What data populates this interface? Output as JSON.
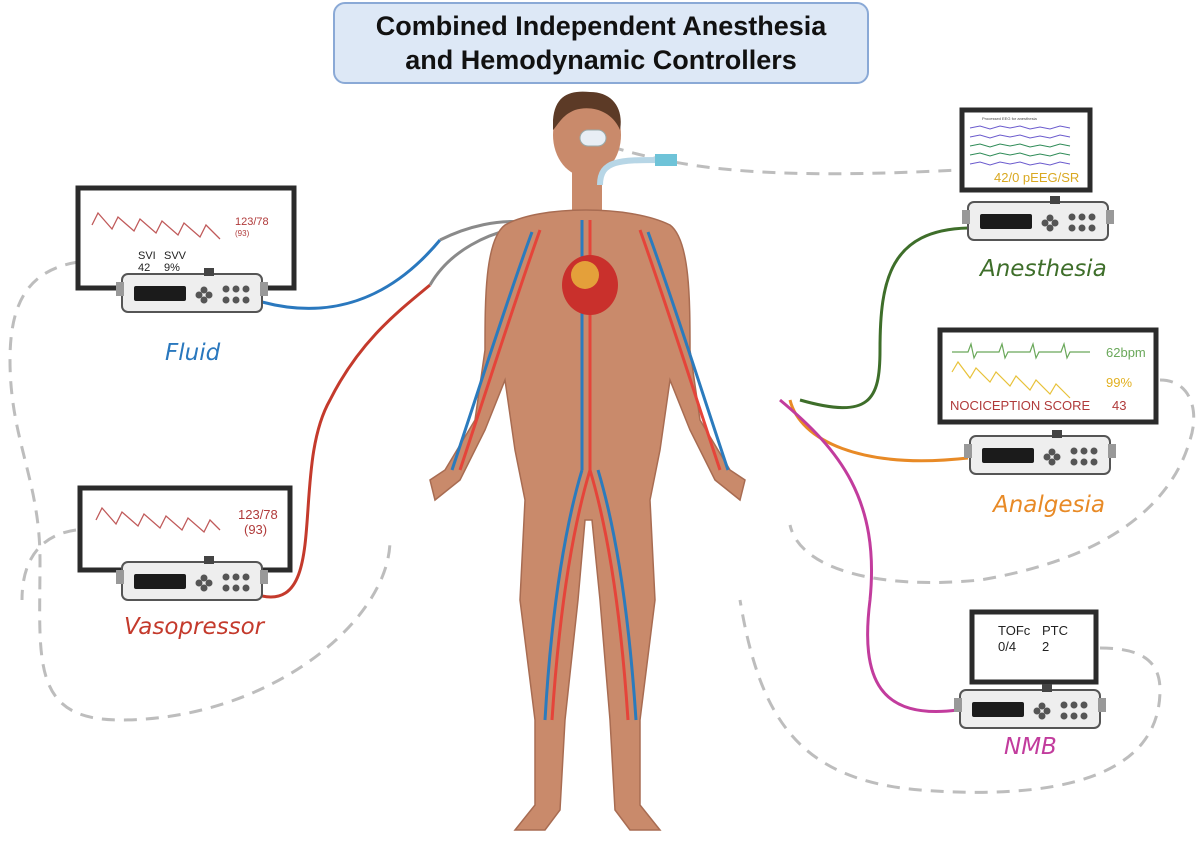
{
  "title": {
    "line1": "Combined Independent Anesthesia",
    "line2": "and Hemodynamic Controllers"
  },
  "colors": {
    "fluid": "#2a78be",
    "vasopressor": "#c43a2c",
    "anesthesia": "#3e6e2a",
    "analgesia": "#e88a26",
    "nmb": "#c23c9d",
    "dashed": "#bdbdbd",
    "title_bg": "#dde8f6"
  },
  "controllers": {
    "fluid": {
      "label": "Fluid",
      "bp": "123/78",
      "map": "(93)",
      "svi_label": "SVI",
      "svi_value": "42",
      "svv_label": "SVV",
      "svv_value": "9%"
    },
    "vasopressor": {
      "label": "Vasopressor",
      "bp": "123/78",
      "map": "(93)"
    },
    "anesthesia": {
      "label": "Anesthesia",
      "readout": "42/0  pEEG/SR",
      "screen_caption": "Processed EEG for anesthesia"
    },
    "analgesia": {
      "label": "Analgesia",
      "hr": "62bpm",
      "spo2": "99%",
      "nociception_label": "NOCICEPTION SCORE",
      "nociception_value": "43"
    },
    "nmb": {
      "label": "NMB",
      "tofc_label": "TOFc",
      "tofc_value": "0/4",
      "ptc_label": "PTC",
      "ptc_value": "2"
    }
  }
}
